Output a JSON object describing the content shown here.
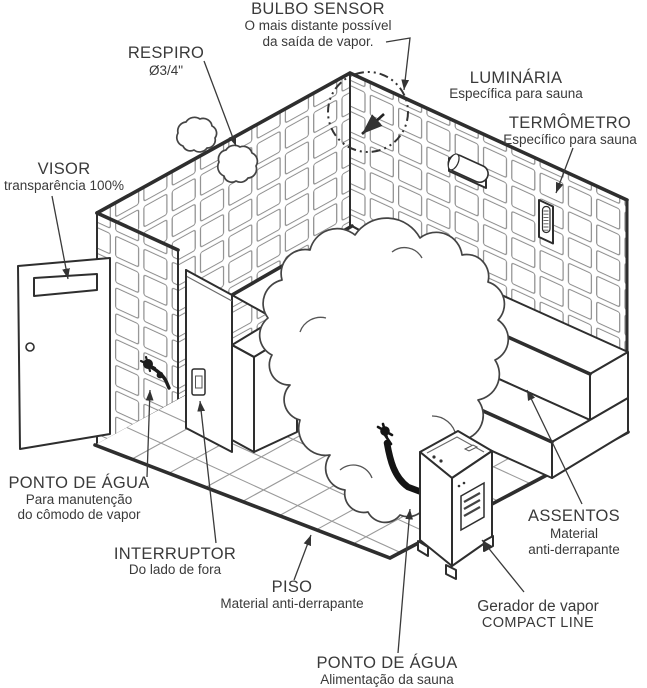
{
  "diagram": {
    "type": "steam-sauna-installation-cutaway",
    "colors": {
      "ink": "#2e2e2e",
      "tile_grout": "#8d8d8d",
      "text": "#3a3a3a",
      "background": "#ffffff"
    }
  },
  "labels": {
    "bulbo_sensor": {
      "title": "BULBO SENSOR",
      "lines": [
        "O mais distante possível",
        "da saída de vapor."
      ]
    },
    "respiro": {
      "title": "RESPIRO",
      "lines": [
        "Ø3/4\""
      ]
    },
    "luminaria": {
      "title": "LUMINÁRIA",
      "lines": [
        "Específica para sauna"
      ]
    },
    "termometro": {
      "title": "TERMÔMETRO",
      "lines": [
        "Específico para sauna"
      ]
    },
    "visor": {
      "title": "VISOR",
      "lines": [
        "transparência 100%"
      ]
    },
    "ponto_agua_manutencao": {
      "title": "PONTO DE ÁGUA",
      "lines": [
        "Para manutenção",
        "do cômodo de vapor"
      ]
    },
    "interruptor": {
      "title": "INTERRUPTOR",
      "lines": [
        "Do lado de fora"
      ]
    },
    "piso": {
      "title": "PISO",
      "lines": [
        "Material anti-derrapante"
      ]
    },
    "ponto_agua_alimentacao": {
      "title": "PONTO DE ÁGUA",
      "lines": [
        "Alimentação da sauna"
      ]
    },
    "assentos": {
      "title": "ASSENTOS",
      "lines": [
        "Material",
        "anti-derrapante"
      ]
    },
    "gerador": {
      "title": "Gerador de vapor",
      "lines": [
        "COMPACT LINE"
      ]
    }
  }
}
